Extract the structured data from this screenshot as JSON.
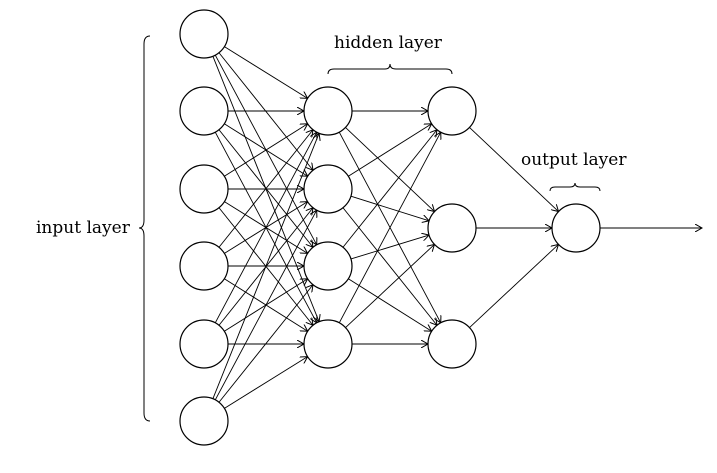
{
  "diagram": {
    "labels": {
      "input": "input layer",
      "hidden": "hidden layer",
      "output": "output layer"
    },
    "layers": [
      {
        "name": "input",
        "nodes": 6
      },
      {
        "name": "hidden-1",
        "nodes": 4
      },
      {
        "name": "hidden-2",
        "nodes": 3
      },
      {
        "name": "output",
        "nodes": 1
      }
    ],
    "connectivity": "fully-connected",
    "output_arrow": true,
    "colors": {
      "stroke": "#000000",
      "node_fill": "#ffffff",
      "background": "#ffffff"
    }
  }
}
